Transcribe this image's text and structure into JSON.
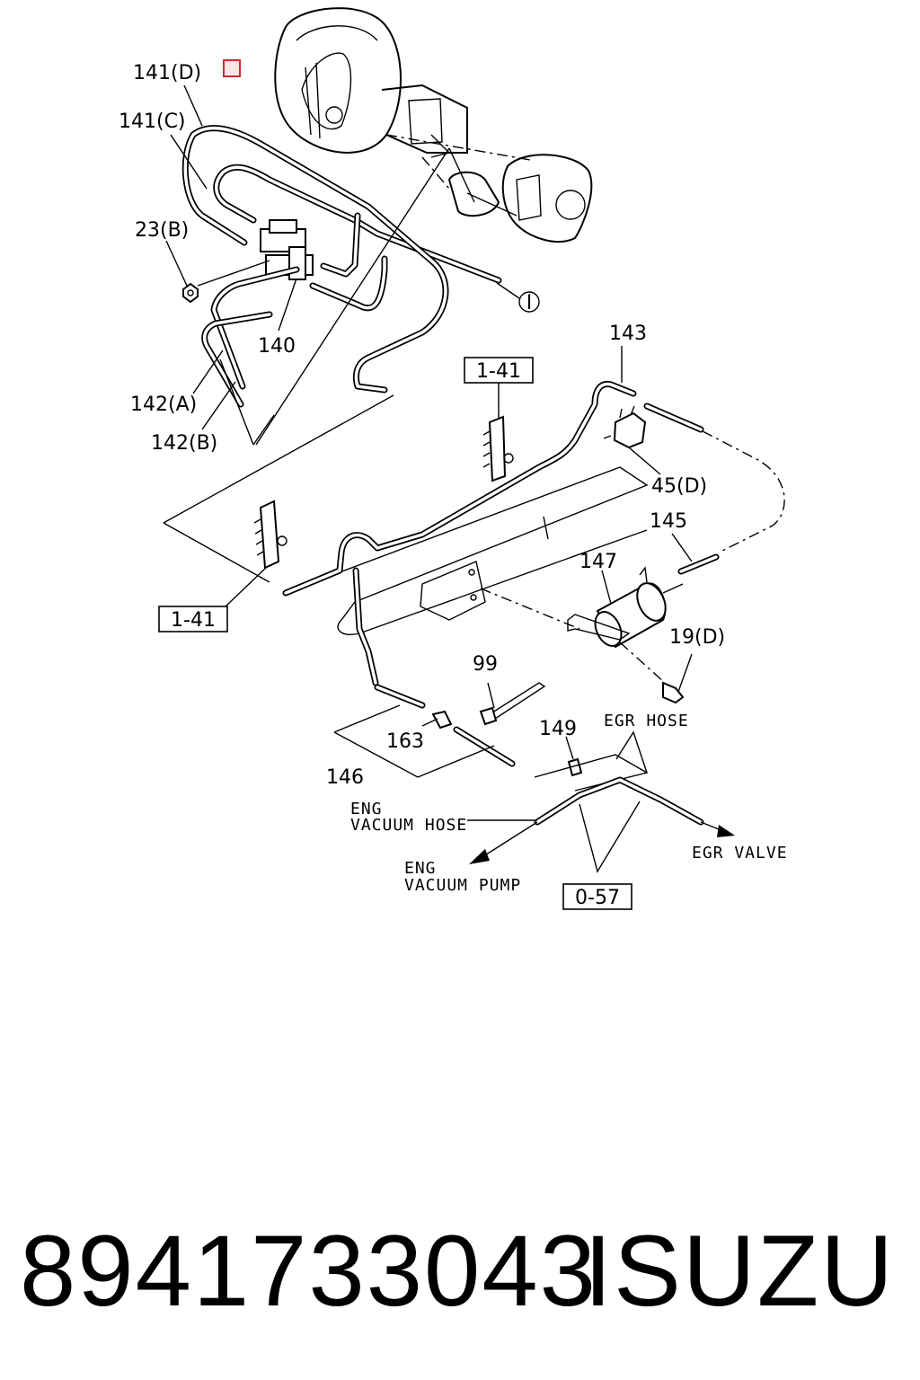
{
  "diagram": {
    "callouts": {
      "c141d": "141(D)",
      "c141c": "141(C)",
      "c23b": "23(B)",
      "c140": "140",
      "c142a": "142(A)",
      "c142b": "142(B)",
      "c143": "143",
      "c45d": "45(D)",
      "c145": "145",
      "c147": "147",
      "c19d": "19(D)",
      "c99": "99",
      "c149": "149",
      "c163": "163",
      "c146": "146",
      "cI": "I"
    },
    "boxed_refs": {
      "ref_141_top": "1-41",
      "ref_141_left": "1-41",
      "ref_057": "0-57"
    },
    "notes": {
      "egr_hose": "EGR HOSE",
      "eng_vacuum_hose_1": "ENG",
      "eng_vacuum_hose_2": "VACUUM HOSE",
      "eng_vacuum_pump_1": "ENG",
      "eng_vacuum_pump_2": "VACUUM PUMP",
      "egr_valve": "EGR VALVE"
    },
    "highlight_color": "#d9262c"
  },
  "footer": {
    "part_number": "8941733043",
    "brand": "ISUZU"
  }
}
